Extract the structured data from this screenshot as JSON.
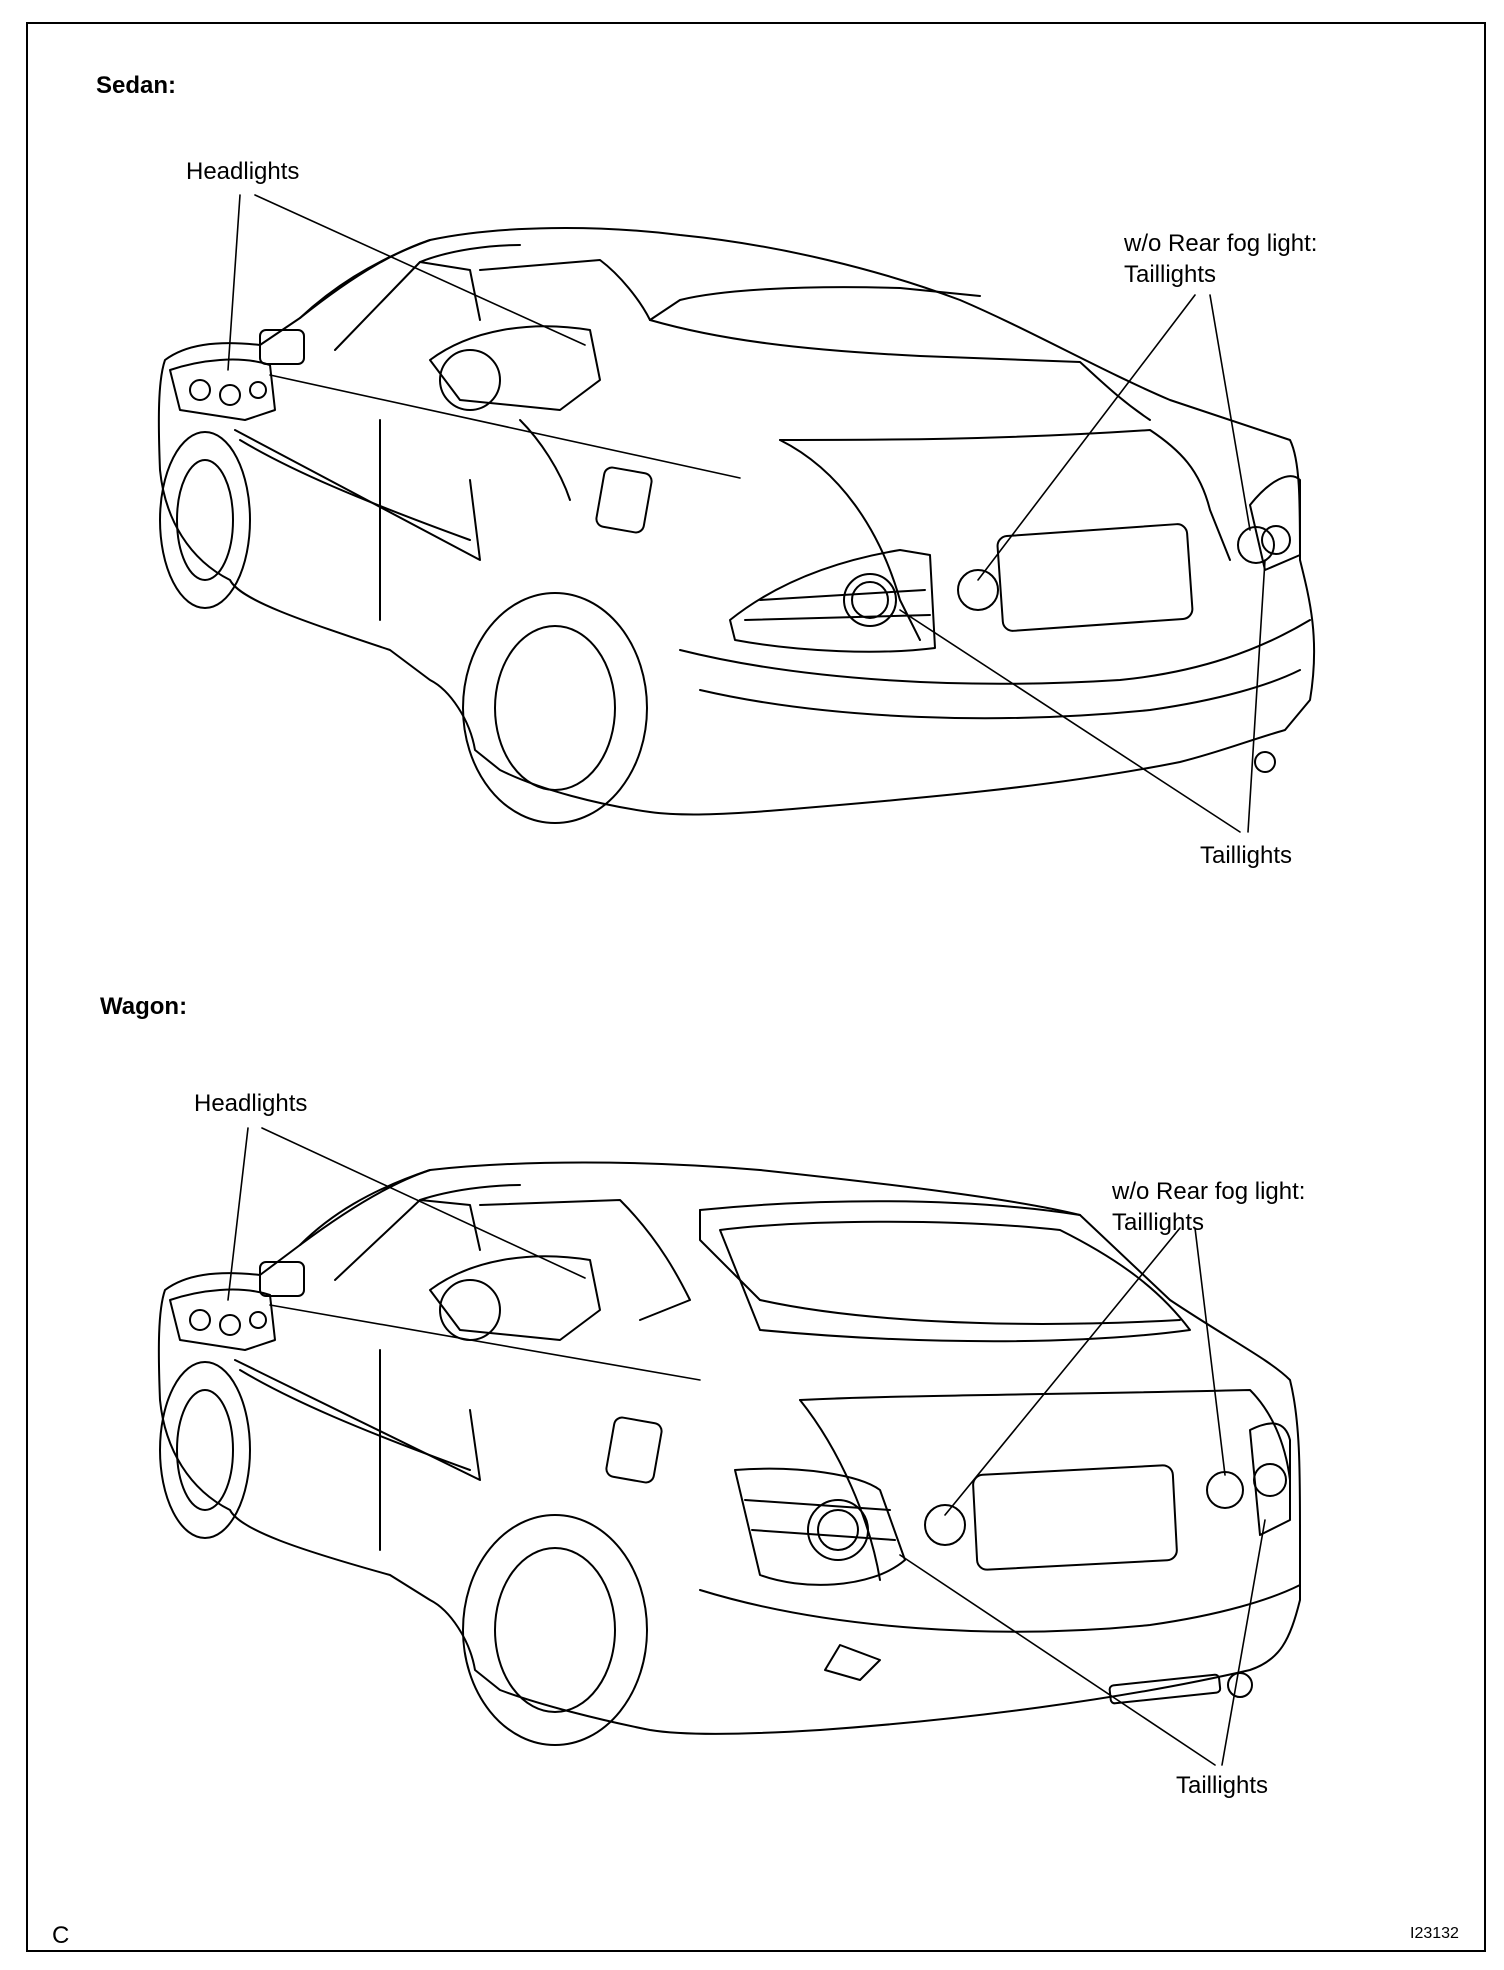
{
  "sedan": {
    "heading": "Sedan:",
    "headlights_label": "Headlights",
    "rear_fog_label": "w/o Rear fog light:",
    "rear_fog_sub": "Taillights",
    "taillights_label": "Taillights"
  },
  "wagon": {
    "heading": "Wagon:",
    "headlights_label": "Headlights",
    "rear_fog_label": "w/o Rear fog light:",
    "rear_fog_sub": "Taillights",
    "taillights_label": "Taillights"
  },
  "footer": {
    "corner_letter": "C",
    "figure_code": "I23132"
  }
}
